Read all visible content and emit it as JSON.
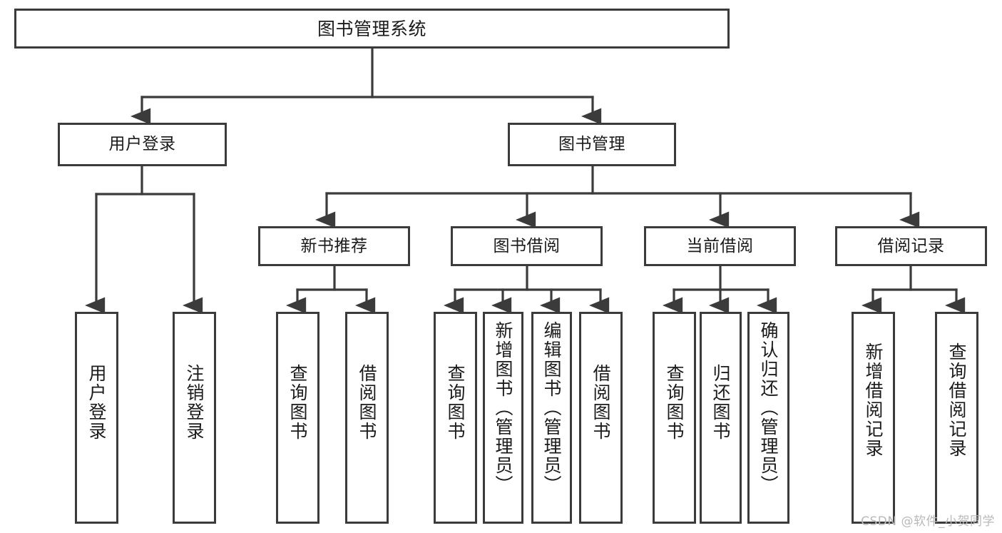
{
  "diagram": {
    "title": "图书管理系统",
    "type": "hierarchy-tree",
    "watermark": "CSDN @软件_小贺同学",
    "colors": {
      "stroke": "#3b3b3b",
      "fill": "#ffffff",
      "text": "#1b1b1b",
      "watermark": "#b9b9b9"
    },
    "nodes": {
      "root": {
        "label": "图书管理系统",
        "level": 0
      },
      "l1": [
        {
          "id": "user-login",
          "label": "用户登录"
        },
        {
          "id": "book-manage",
          "label": "图书管理"
        }
      ],
      "l2": [
        {
          "id": "new-book-rec",
          "label": "新书推荐"
        },
        {
          "id": "book-borrow",
          "label": "图书借阅"
        },
        {
          "id": "current-borrow",
          "label": "当前借阅"
        },
        {
          "id": "borrow-record",
          "label": "借阅记录"
        }
      ],
      "l3": {
        "user_login": [
          {
            "id": "leaf-user-login",
            "label": "用户登录"
          },
          {
            "id": "leaf-user-logout",
            "label": "注销登录"
          }
        ],
        "new_book_rec": [
          {
            "id": "leaf-query-book-1",
            "label": "查询图书"
          },
          {
            "id": "leaf-borrow-book-1",
            "label": "借阅图书"
          }
        ],
        "book_borrow": [
          {
            "id": "leaf-query-book-2",
            "label": "查询图书"
          },
          {
            "id": "leaf-add-book",
            "label": "新增图书（管理员）"
          },
          {
            "id": "leaf-edit-book",
            "label": "编辑图书（管理员）"
          },
          {
            "id": "leaf-borrow-book-2",
            "label": "借阅图书"
          }
        ],
        "current_borrow": [
          {
            "id": "leaf-query-book-3",
            "label": "查询图书"
          },
          {
            "id": "leaf-return-book",
            "label": "归还图书"
          },
          {
            "id": "leaf-confirm-return",
            "label": "确认归还（管理员）"
          }
        ],
        "borrow_record": [
          {
            "id": "leaf-add-record",
            "label": "新增借阅记录"
          },
          {
            "id": "leaf-query-record",
            "label": "查询借阅记录"
          }
        ]
      }
    }
  }
}
